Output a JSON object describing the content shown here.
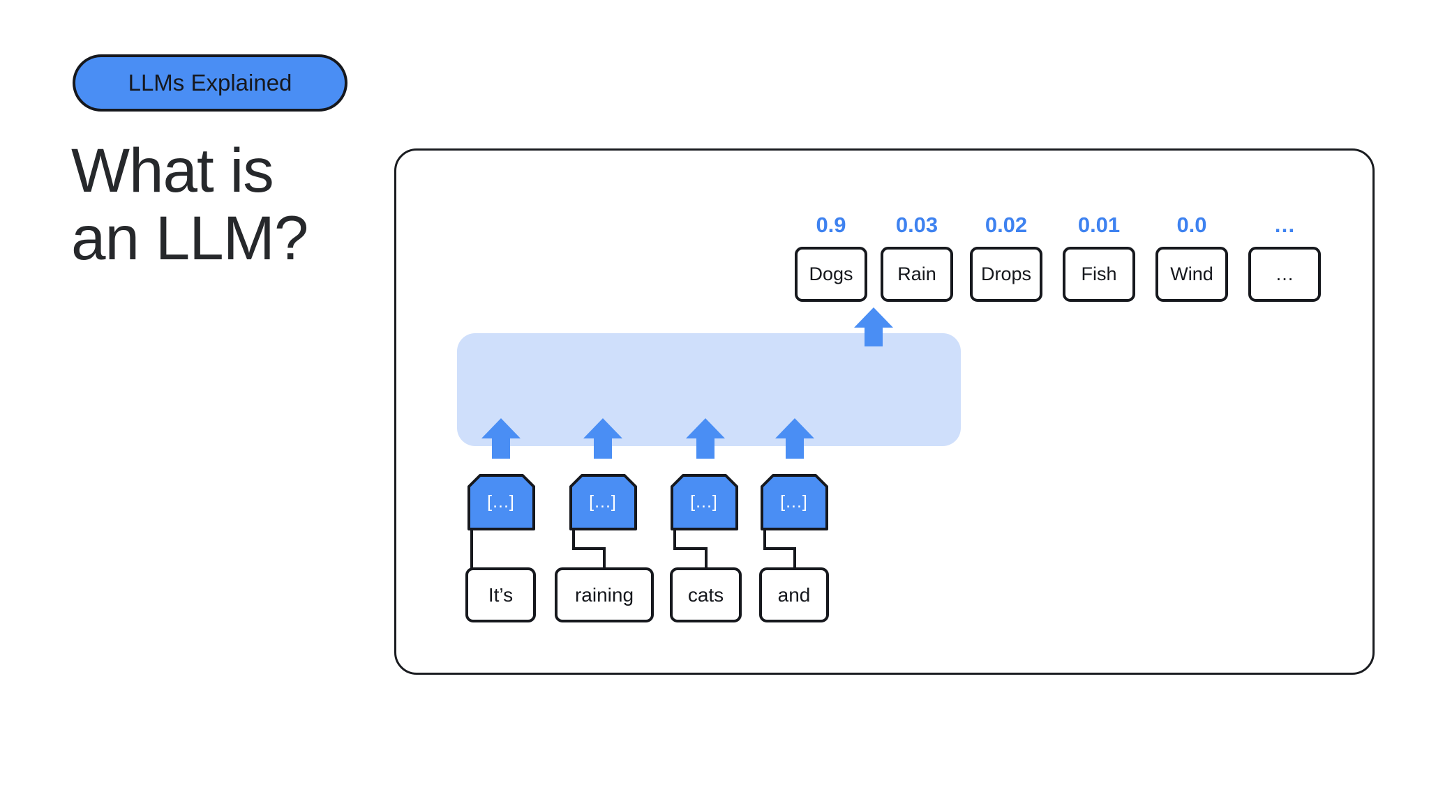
{
  "slide": {
    "badge": "LLMs Explained",
    "title_line1": "What is",
    "title_line2": "an LLM?"
  },
  "diagram": {
    "input_tokens": [
      {
        "word": "It’s",
        "embedding": "[...]"
      },
      {
        "word": "raining",
        "embedding": "[...]"
      },
      {
        "word": "cats",
        "embedding": "[...]"
      },
      {
        "word": "and",
        "embedding": "[...]"
      }
    ],
    "output_candidates": [
      {
        "token": "Dogs",
        "probability": "0.9"
      },
      {
        "token": "Rain",
        "probability": "0.03"
      },
      {
        "token": "Drops",
        "probability": "0.02"
      },
      {
        "token": "Fish",
        "probability": "0.01"
      },
      {
        "token": "Wind",
        "probability": "0.0"
      },
      {
        "token": "…",
        "probability": "…"
      }
    ]
  },
  "colors": {
    "primary_blue": "#4a8ef4",
    "light_blue": "#cfdffb",
    "probability_blue": "#3e82f0",
    "ink": "#16181d"
  }
}
